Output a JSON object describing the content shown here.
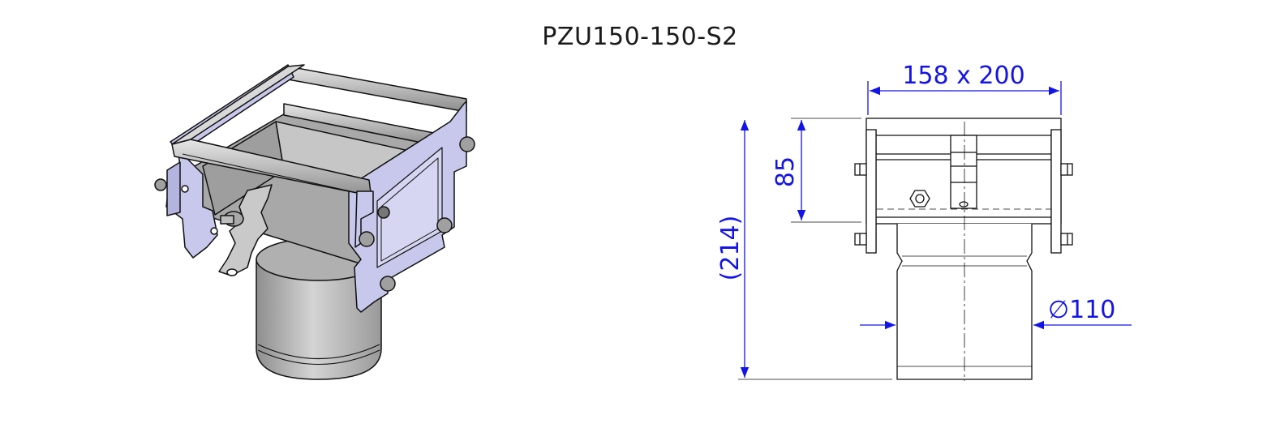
{
  "title": "PZU150-150-S2",
  "dimensions": {
    "width": "158 x 200",
    "height_upper": "85",
    "height_total": "(214)",
    "diameter": "∅110"
  },
  "colors": {
    "dimension": "#1414e6",
    "frame_plate": "#c8c8ec",
    "metal": "#bdbdbd",
    "outline": "#111111"
  }
}
